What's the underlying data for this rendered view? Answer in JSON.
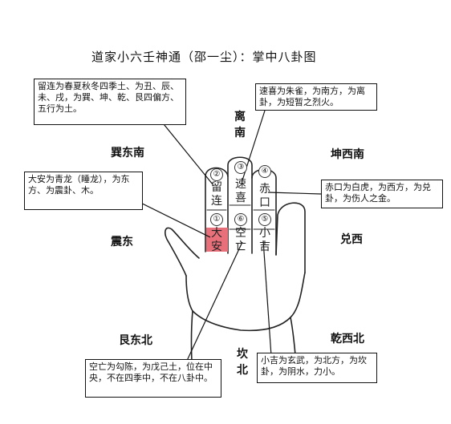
{
  "title": "道家小六壬神通（邵一尘）：掌中八卦图",
  "directions": {
    "xun": "巽东南",
    "li": "离南",
    "kun": "坤西南",
    "zhen": "震东",
    "dui": "兑西",
    "gen": "艮东北",
    "kan": "坎北",
    "qian": "乾西北"
  },
  "positions": [
    {
      "num": "①",
      "name": "大安"
    },
    {
      "num": "②",
      "name": "留连"
    },
    {
      "num": "③",
      "name": "速喜"
    },
    {
      "num": "④",
      "name": "赤口"
    },
    {
      "num": "⑤",
      "name": "小吉"
    },
    {
      "num": "⑥",
      "name": "空亡"
    }
  ],
  "notes": {
    "liulian": "留连为春夏秋冬四季土、为丑、辰、未、戌，为巽、坤、乾、艮四偏方、五行为土。",
    "suxi": "速喜为朱雀，为南方，为离卦，为短暂之烈火。",
    "daan": "大安为青龙（睡龙），为东方、为震卦、木。",
    "chikou": "赤口为白虎，为西方，为兑卦，为伤人之金。",
    "kongwang": "空亡为勾陈，为戊己土，位在中央，不在四季中，不在八卦中。",
    "xiaoji": "小吉为玄武，为北方，为坎卦，为阴水，力小。"
  },
  "colors": {
    "highlight": "#e8707a",
    "line": "#111111"
  }
}
